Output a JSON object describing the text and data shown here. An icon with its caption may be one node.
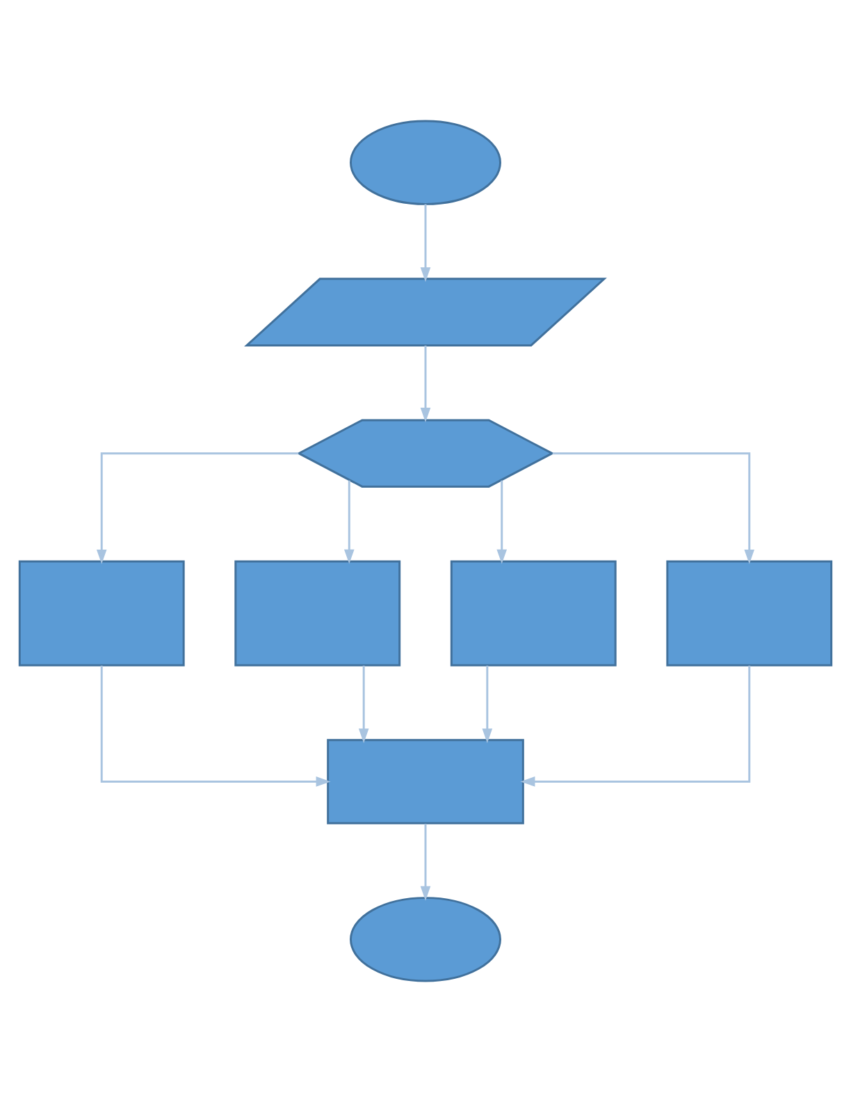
{
  "diagram": {
    "nodes": [
      {
        "text": [],
        "shape": "ellipse"
      },
      {
        "text": [],
        "shape": "parallelogram"
      },
      {
        "text": [],
        "shape": "hexagon"
      },
      {
        "text": [],
        "shape": "box"
      },
      {
        "text": [],
        "shape": "box"
      },
      {
        "text": [],
        "shape": "box"
      },
      {
        "text": [],
        "shape": "box"
      },
      {
        "text": [],
        "shape": "document"
      },
      {
        "text": [],
        "shape": "ellipse"
      }
    ],
    "edges": [
      {
        "from": 0,
        "to": 1,
        "arrow": "to"
      },
      {
        "from": 1,
        "to": 2,
        "arrow": "to"
      },
      {
        "from": 2,
        "to": 3,
        "arrow": "to"
      },
      {
        "from": 2,
        "to": 4,
        "arrow": "to"
      },
      {
        "from": 2,
        "to": 5,
        "arrow": "to"
      },
      {
        "from": 2,
        "to": 6,
        "arrow": "to"
      },
      {
        "from": 3,
        "to": 7,
        "arrow": "to"
      },
      {
        "from": 4,
        "to": 7,
        "arrow": "to"
      },
      {
        "from": 5,
        "to": 7,
        "arrow": "to"
      },
      {
        "from": 6,
        "to": 7,
        "arrow": "to"
      },
      {
        "from": 7,
        "to": 8,
        "arrow": "to"
      }
    ]
  }
}
